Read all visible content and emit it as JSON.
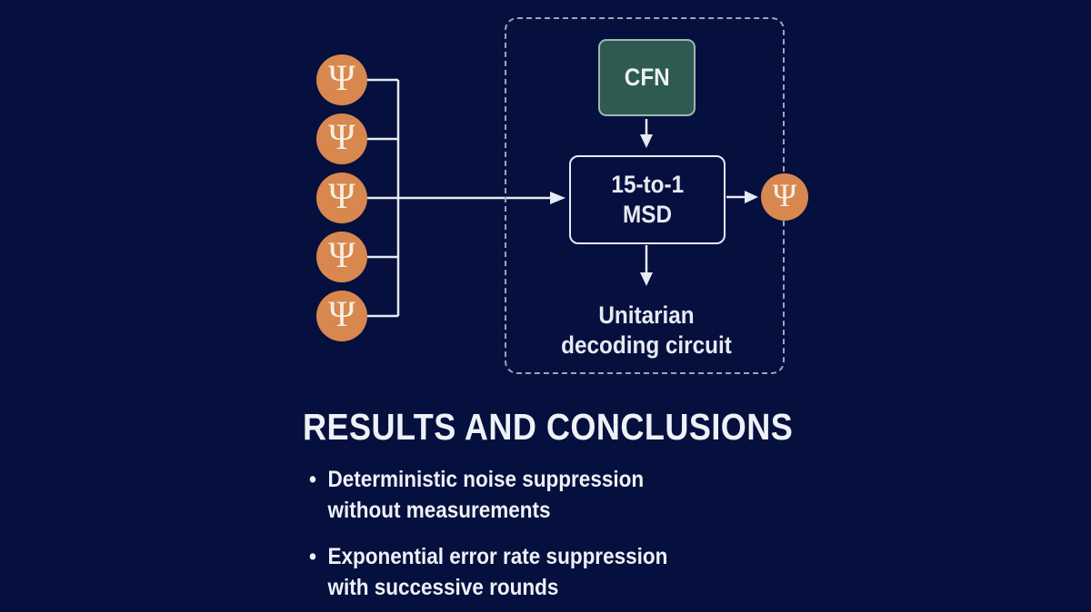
{
  "colors": {
    "background": "#05103E",
    "orange": "#D8874E",
    "psi_text": "#F7EFE2",
    "teal_fill": "#2F5A51",
    "teal_border": "#9CB9B1",
    "line": "#E6EAF2",
    "text": "#EEF1F6",
    "dashed": "#9AA6BE"
  },
  "diagram": {
    "input_states": [
      "Ψ",
      "Ψ",
      "Ψ",
      "Ψ",
      "Ψ"
    ],
    "cfn_label": "CFN",
    "msd_line1": "15-to-1",
    "msd_line2": "MSD",
    "output_state": "Ψ",
    "decoder_line1": "Unitarian",
    "decoder_line2": "decoding circuit"
  },
  "results": {
    "heading": "RESULTS AND CONCLUSIONS",
    "bullets": [
      {
        "marker": "•",
        "line1": "Deterministic noise suppression",
        "line2": "without measurements"
      },
      {
        "marker": "•",
        "line1": "Exponential error rate suppression",
        "line2": "with successive rounds"
      }
    ]
  }
}
